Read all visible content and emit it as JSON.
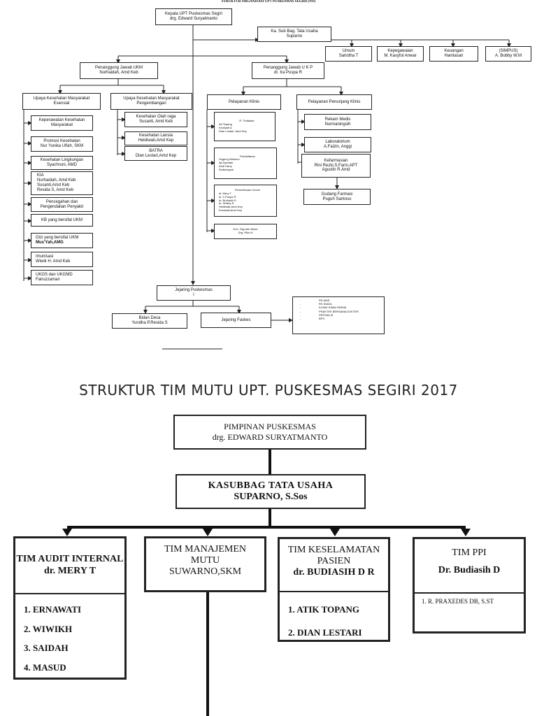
{
  "top": {
    "title": "STRUKTUR ORGANISASI UPT PUSKESMAS SEGIRI (NO)",
    "kepala": [
      "Kepala UPT Puskesmas Segiri",
      "drg. Edward Suryatmanto"
    ],
    "kasubag": [
      "Ka. Sub Bag. Tata Usaha",
      "Suparno"
    ],
    "tu_units": [
      [
        "Umum",
        "Sariotha T"
      ],
      [
        "Kepegawaian",
        "M. Kasyful Anwar"
      ],
      [
        "Keuangan",
        "Hanitasari"
      ],
      [
        "(SIMPUS)",
        "A. Bobby W.M"
      ]
    ],
    "ukm": [
      "Penanggung Jawab UKM",
      "Nurhaidah, Amd Keb"
    ],
    "ukp": [
      "Penanggung Jawab U K P",
      "dr. Ira Puspa R"
    ],
    "ukm_esensial": [
      "Upaya Kesehatan Masyarakat",
      "Esensial"
    ],
    "ukm_pengembangan": [
      "Upaya Kesehatan Masyarakat",
      "Pengembangan"
    ],
    "esensial_items": [
      [
        "Keperawatan Kesehatan",
        "Masyarakat"
      ],
      [
        "Promosi Kesehatan",
        "Nur Yunika Ulfah, SKM"
      ],
      [
        "Kesehatan Lingkungan",
        "Syachruni, AMD"
      ],
      [
        "KIA",
        "Nurhaidah, Amd Keb",
        "Susanti,Amd Keb",
        "Resida S, Amd Keb"
      ],
      [
        "Pencegahan dan",
        "Pengendalian Penyakit"
      ],
      [
        "KB yang bersifat UKM"
      ],
      [
        "Gizi yang bersifat UKM",
        "Mus'Yah,AMG"
      ],
      [
        "Imunisasi",
        "Wiwik H. Amd Keb"
      ],
      [
        "UKGS dan UKGMD",
        "Fairuzzaman"
      ]
    ],
    "pengembangan_items": [
      [
        "Kesehatan Olah raga",
        "Susanti, Amd Keb"
      ],
      [
        "Kesehatan Lansia",
        "Heldiwati,Amd Kep"
      ],
      [
        "BATRA",
        "Dian Lestari,Amd Kep"
      ]
    ],
    "klinis": "Pelayanan Klinis",
    "penunjang": "Pelayanan Penunjang Klinis",
    "klinis_items": [
      [
        "R. Tindakan",
        "Ati Topang",
        "Kholiyati A",
        "Dian Lestari, Amd Kep"
      ],
      [
        "Pendaftaran",
        "Sugeng Wahono",
        "Aji Syarifah",
        "Andi Harry",
        "Rudiansyah"
      ],
      [
        "Pemeriksaan Umum",
        "dr. Mery T",
        "dr. Ir Puspa R",
        "dr. Budiasih D",
        "dr. Shisky R",
        "Heldiwati,Amd Kep",
        "Ernawati,Amd Kep"
      ],
      [
        "Kes. Gigi dan Mulut",
        "Drg. Riko.N"
      ]
    ],
    "penunjang_items": [
      [
        "Rekam Medis",
        "Nurmaningsih"
      ],
      [
        "Laboratorium",
        "A.Faizin, Anggi"
      ],
      [
        "Kefarmasian",
        "Rini Rezki,S.Farm,APT",
        "Agustin R.Amd"
      ],
      [
        "Gudang Farmasi",
        "Puguh Santoso"
      ]
    ],
    "jejaring": [
      "Jejaring Puskesmas",
      "I"
    ],
    "bidan": [
      "Bidan Desa",
      "Yundha P,Resida S"
    ],
    "faskes": "Jejaring Faskes",
    "faskes_list": [
      "RS AWS",
      "RS SIADA",
      "KLINIK KIMIA FARMA",
      "PRAKTEK BERSAMA DOKTER",
      "SPESIALIS",
      "BPS"
    ]
  },
  "mutu": {
    "title": "STRUKTUR TIM MUTU UPT. PUSKESMAS SEGIRI  2017",
    "pimpinan": [
      "PIMPINAN PUSKESMAS",
      "drg. EDWARD SURYATMANTO"
    ],
    "kasubbag": [
      "KASUBBAG TATA USAHA",
      "SUPARNO, S.Sos"
    ],
    "audit": {
      "head": [
        "TIM AUDIT INTERNAL",
        "dr. MERY T"
      ],
      "members": [
        "1. ERNAWATI",
        "2. WIWIKH",
        "3. SAIDAH",
        "4. MASUD"
      ]
    },
    "manajemen": {
      "head": [
        "TIM MANAJEMEN",
        "MUTU",
        "SUWARNO,SKM"
      ]
    },
    "keselamatan": {
      "head": [
        "TIM KESELAMATAN",
        "PASIEN",
        "dr. BUDIASIH D R"
      ],
      "members": [
        "1. ATIK TOPANG",
        "2. DIAN LESTARI"
      ]
    },
    "ppi": {
      "head": [
        "TIM PPI",
        "Dr. Budiasih D"
      ],
      "members": [
        "1. R. PRAXEDES DB, S.ST"
      ]
    }
  }
}
